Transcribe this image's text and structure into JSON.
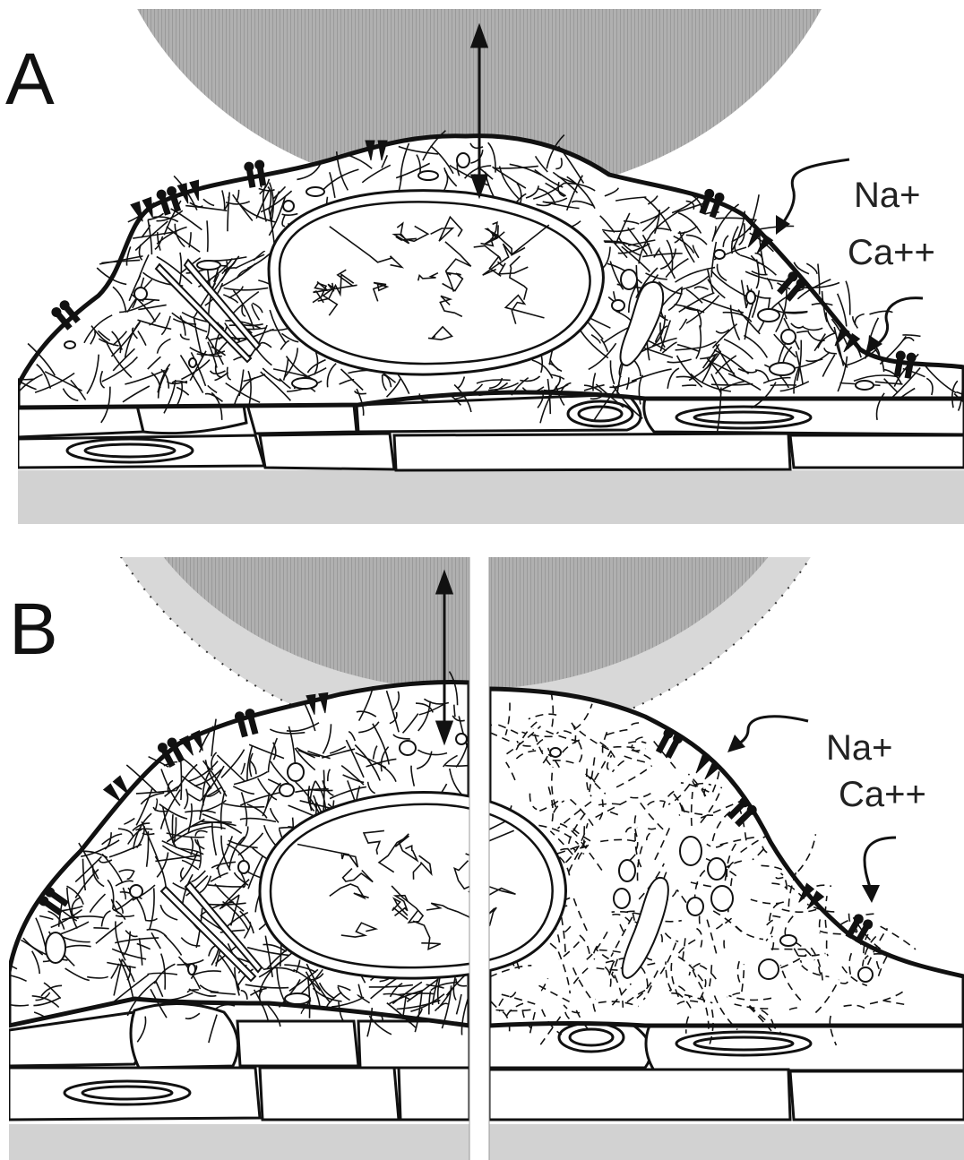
{
  "panels": [
    {
      "letter": "A",
      "ions": [
        "Na+",
        "Ca++"
      ]
    },
    {
      "letter": "B",
      "ions": [
        "Na+",
        "Ca++"
      ]
    }
  ],
  "colors": {
    "probe_fill": "#a8a8a8",
    "probe_halo": "#d9d9d9",
    "substrate": "#d2d2d2",
    "line": "#111111",
    "background": "#ffffff"
  }
}
